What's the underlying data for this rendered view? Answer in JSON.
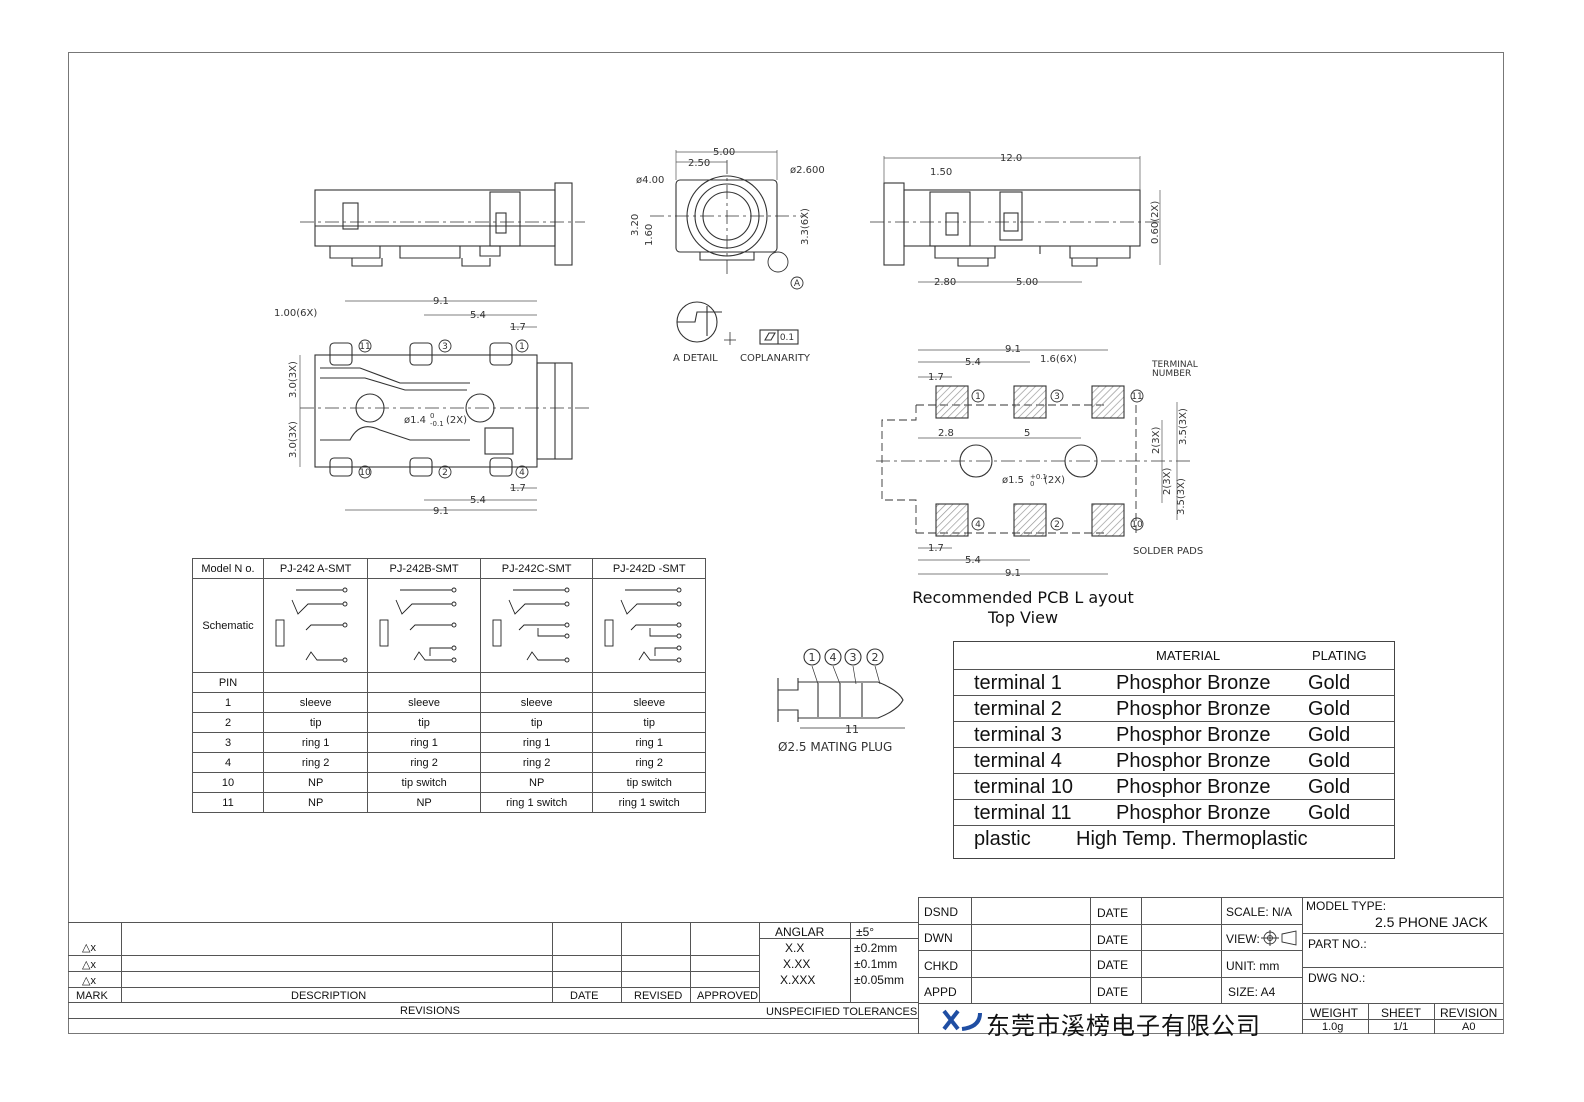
{
  "drawing_labels": {
    "a_detail": "A DETAIL",
    "coplanarity": "COPLANARITY",
    "coplanarity_value": "0.1",
    "datum": "A",
    "pcb_title": "Recommended PCB L ayout",
    "pcb_subtitle": "Top View",
    "terminal_number": "TERMINAL",
    "terminal_number_2": "NUMBER",
    "solder_pads": "SOLDER PADS",
    "mating_plug": "Ø2.5 MATING PLUG",
    "plug_length": "11",
    "plug_pins": [
      "1",
      "4",
      "3",
      "2"
    ]
  },
  "dimensions": {
    "front": {
      "w500": "5.00",
      "w250": "2.50",
      "d400": "ø4.00",
      "d260": "ø2.600",
      "h320": "3.20",
      "h160": "1.60",
      "h33": "3.3(6X)"
    },
    "side": {
      "w120": "12.0",
      "w150": "1.50",
      "h060": "0.60(2X)",
      "w280": "2.80",
      "w500": "5.00"
    },
    "top": {
      "w91": "9.1",
      "w54": "5.4",
      "w17": "1.7",
      "w100": "1.00(6X)",
      "h30a": "3.0(3X)",
      "h30b": "3.0(3X)",
      "hole": "ø1.4",
      "hole_tol_top": "0",
      "hole_tol_bot": "-0.1",
      "hole_count": "(2X)",
      "w54b": "5.4",
      "w17b": "1.7",
      "w91b": "9.1"
    },
    "pcb": {
      "w91": "9.1",
      "w54": "5.4",
      "w16": "1.6(6X)",
      "w17": "1.7",
      "w28": "2.8",
      "w5": "5",
      "h35a": "3.5(3X)",
      "h2a": "2(3X)",
      "h2b": "2(3X)",
      "h35b": "3.5(3X)",
      "hole": "ø1.5",
      "hole_tol_top": "+0.1",
      "hole_tol_bot": "0",
      "hole_count": "(2X)",
      "w17b": "1.7",
      "w54b": "5.4",
      "w91b": "9.1"
    },
    "pins": {
      "p1": "1",
      "p3": "3",
      "p11": "11",
      "p2": "2",
      "p4": "4",
      "p10": "10"
    }
  },
  "model_table": {
    "header": [
      "Model N o.",
      "PJ-242 A-SMT",
      "PJ-242B-SMT",
      "PJ-242C-SMT",
      "PJ-242D -SMT"
    ],
    "schematic_label": "Schematic",
    "pin_label": "PIN",
    "rows": [
      [
        "1",
        "sleeve",
        "sleeve",
        "sleeve",
        "sleeve"
      ],
      [
        "2",
        "tip",
        "tip",
        "tip",
        "tip"
      ],
      [
        "3",
        "ring 1",
        "ring 1",
        "ring 1",
        "ring 1"
      ],
      [
        "4",
        "ring 2",
        "ring 2",
        "ring 2",
        "ring 2"
      ],
      [
        "10",
        "NP",
        "tip switch",
        "NP",
        "tip switch"
      ],
      [
        "11",
        "NP",
        "NP",
        "ring 1 switch",
        "ring 1 switch"
      ]
    ]
  },
  "material_table": {
    "header_material": "MATERIAL",
    "header_plating": "PLATING",
    "rows": [
      [
        "terminal 1",
        "Phosphor Bronze",
        "Gold"
      ],
      [
        "terminal 2",
        "Phosphor Bronze",
        "Gold"
      ],
      [
        "terminal 3",
        "Phosphor Bronze",
        "Gold"
      ],
      [
        "terminal 4",
        "Phosphor Bronze",
        "Gold"
      ],
      [
        "terminal 10",
        "Phosphor Bronze",
        "Gold"
      ],
      [
        "terminal 11",
        "Phosphor Bronze",
        "Gold"
      ]
    ],
    "last_row": [
      "plastic",
      "High Temp. Thermoplastic"
    ]
  },
  "revisions": {
    "rows": [
      "△x",
      "△x",
      "△x"
    ],
    "mark": "MARK",
    "description": "DESCRIPTION",
    "date": "DATE",
    "revised": "REVISED",
    "approved": "APPROVED",
    "title": "REVISIONS"
  },
  "tolerances": {
    "rows": [
      [
        "ANGLAR",
        "±5°"
      ],
      [
        "X.X",
        "±0.2mm"
      ],
      [
        "X.XX",
        "±0.1mm"
      ],
      [
        "X.XXX",
        "±0.05mm"
      ]
    ],
    "title": "UNSPECIFIED TOLERANCES"
  },
  "title_block": {
    "dsnd": "DSND",
    "dwn": "DWN",
    "chkd": "CHKD",
    "appd": "APPD",
    "date": "DATE",
    "scale": "SCALE: N/A",
    "view": "VIEW:",
    "unit": "UNIT: mm",
    "size": "SIZE: A4",
    "model_type_label": "MODEL TYPE:",
    "model_type": "2.5 PHONE JACK",
    "part_no": "PART NO.:",
    "dwg_no": "DWG NO.:",
    "weight_label": "WEIGHT",
    "weight": "1.0g",
    "sheet_label": "SHEET",
    "sheet": "1/1",
    "revision_label": "REVISION",
    "revision": "A0",
    "company": "东莞市溪榜电子有限公司"
  },
  "colors": {
    "line": "#333333",
    "dim": "#555555",
    "hatch": "#999999",
    "logo_blue": "#1f4ea3",
    "red_mark": "#c62828"
  }
}
